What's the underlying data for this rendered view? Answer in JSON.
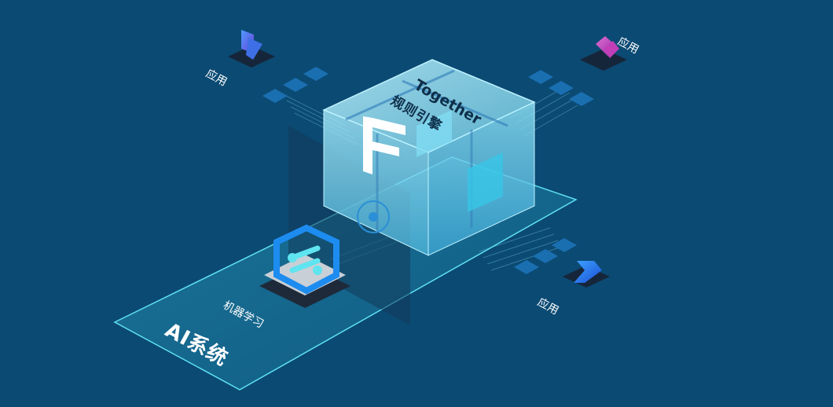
{
  "colors": {
    "background": "#0b4a73",
    "cube": "#7fdcf2",
    "cube_edge": "#bff3ff",
    "platform": "#4fd2e6",
    "tile": "#1a6fb0",
    "logo_white": "#ffffff"
  },
  "engine": {
    "title_en": "Together",
    "title_cn": "规则引擎",
    "logo_icon": "f-letter-logo-icon"
  },
  "platform": {
    "title": "AI系统",
    "module_label": "机器学习",
    "module_icon": "machine-learning-chip-icon"
  },
  "apps": [
    {
      "label": "应用",
      "icon": "dynamics-app-icon"
    },
    {
      "label": "应用",
      "icon": "power-apps-icon"
    },
    {
      "label": "应用",
      "icon": "power-automate-icon"
    }
  ]
}
